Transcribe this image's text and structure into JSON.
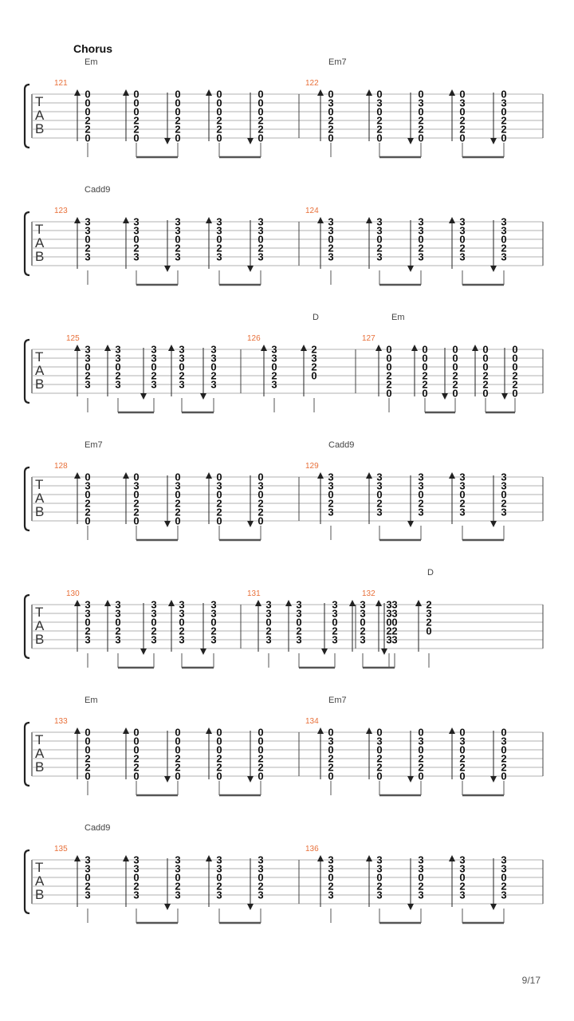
{
  "section": "Chorus",
  "page_number": "9/17",
  "tab_letters": [
    "T",
    "A",
    "B"
  ],
  "chord_shapes": {
    "Em": [
      "0",
      "0",
      "0",
      "2",
      "2",
      "0"
    ],
    "Em7": [
      "0",
      "3",
      "0",
      "2",
      "2",
      "0"
    ],
    "Cadd9": [
      "3",
      "3",
      "0",
      "2",
      "3",
      ""
    ],
    "D": [
      "2",
      "3",
      "2",
      "0",
      "",
      ""
    ]
  },
  "systems": [
    {
      "chords": [
        {
          "name": "Em",
          "bar": 0
        },
        {
          "name": "Em7",
          "bar": 1
        }
      ],
      "measures": [
        {
          "number": "121",
          "pattern": "std",
          "shape": "Em"
        },
        {
          "number": "122",
          "pattern": "std",
          "shape": "Em7"
        }
      ]
    },
    {
      "chords": [
        {
          "name": "Cadd9",
          "bar": 0
        }
      ],
      "measures": [
        {
          "number": "123",
          "pattern": "std",
          "shape": "Cadd9"
        },
        {
          "number": "124",
          "pattern": "std",
          "shape": "Cadd9"
        }
      ]
    },
    {
      "chords": [
        {
          "name": "D",
          "bar": 1,
          "beat": 1
        },
        {
          "name": "Em",
          "bar": 2
        }
      ],
      "measures": [
        {
          "number": "125",
          "pattern": "dense",
          "shape": "Cadd9"
        },
        {
          "number": "126",
          "pattern": "half",
          "shapes": [
            "Cadd9",
            "D"
          ]
        },
        {
          "number": "127",
          "pattern": "std",
          "shape": "Em"
        }
      ]
    },
    {
      "chords": [
        {
          "name": "Em7",
          "bar": 0
        },
        {
          "name": "Cadd9",
          "bar": 1
        }
      ],
      "measures": [
        {
          "number": "128",
          "pattern": "std",
          "shape": "Em7"
        },
        {
          "number": "129",
          "pattern": "std",
          "shape": "Cadd9"
        }
      ]
    },
    {
      "chords": [
        {
          "name": "D",
          "bar": 2,
          "beat": 1
        }
      ],
      "measures": [
        {
          "number": "130",
          "pattern": "dense",
          "shape": "Cadd9"
        },
        {
          "number": "131",
          "pattern": "dense",
          "shape": "Cadd9"
        },
        {
          "number": "132",
          "pattern": "half",
          "shapes": [
            "Cadd9",
            "D"
          ]
        }
      ]
    },
    {
      "chords": [
        {
          "name": "Em",
          "bar": 0
        },
        {
          "name": "Em7",
          "bar": 1
        }
      ],
      "measures": [
        {
          "number": "133",
          "pattern": "std",
          "shape": "Em"
        },
        {
          "number": "134",
          "pattern": "std",
          "shape": "Em7"
        }
      ]
    },
    {
      "chords": [
        {
          "name": "Cadd9",
          "bar": 0
        }
      ],
      "measures": [
        {
          "number": "135",
          "pattern": "std",
          "shape": "Cadd9"
        },
        {
          "number": "136",
          "pattern": "std",
          "shape": "Cadd9"
        }
      ]
    }
  ]
}
